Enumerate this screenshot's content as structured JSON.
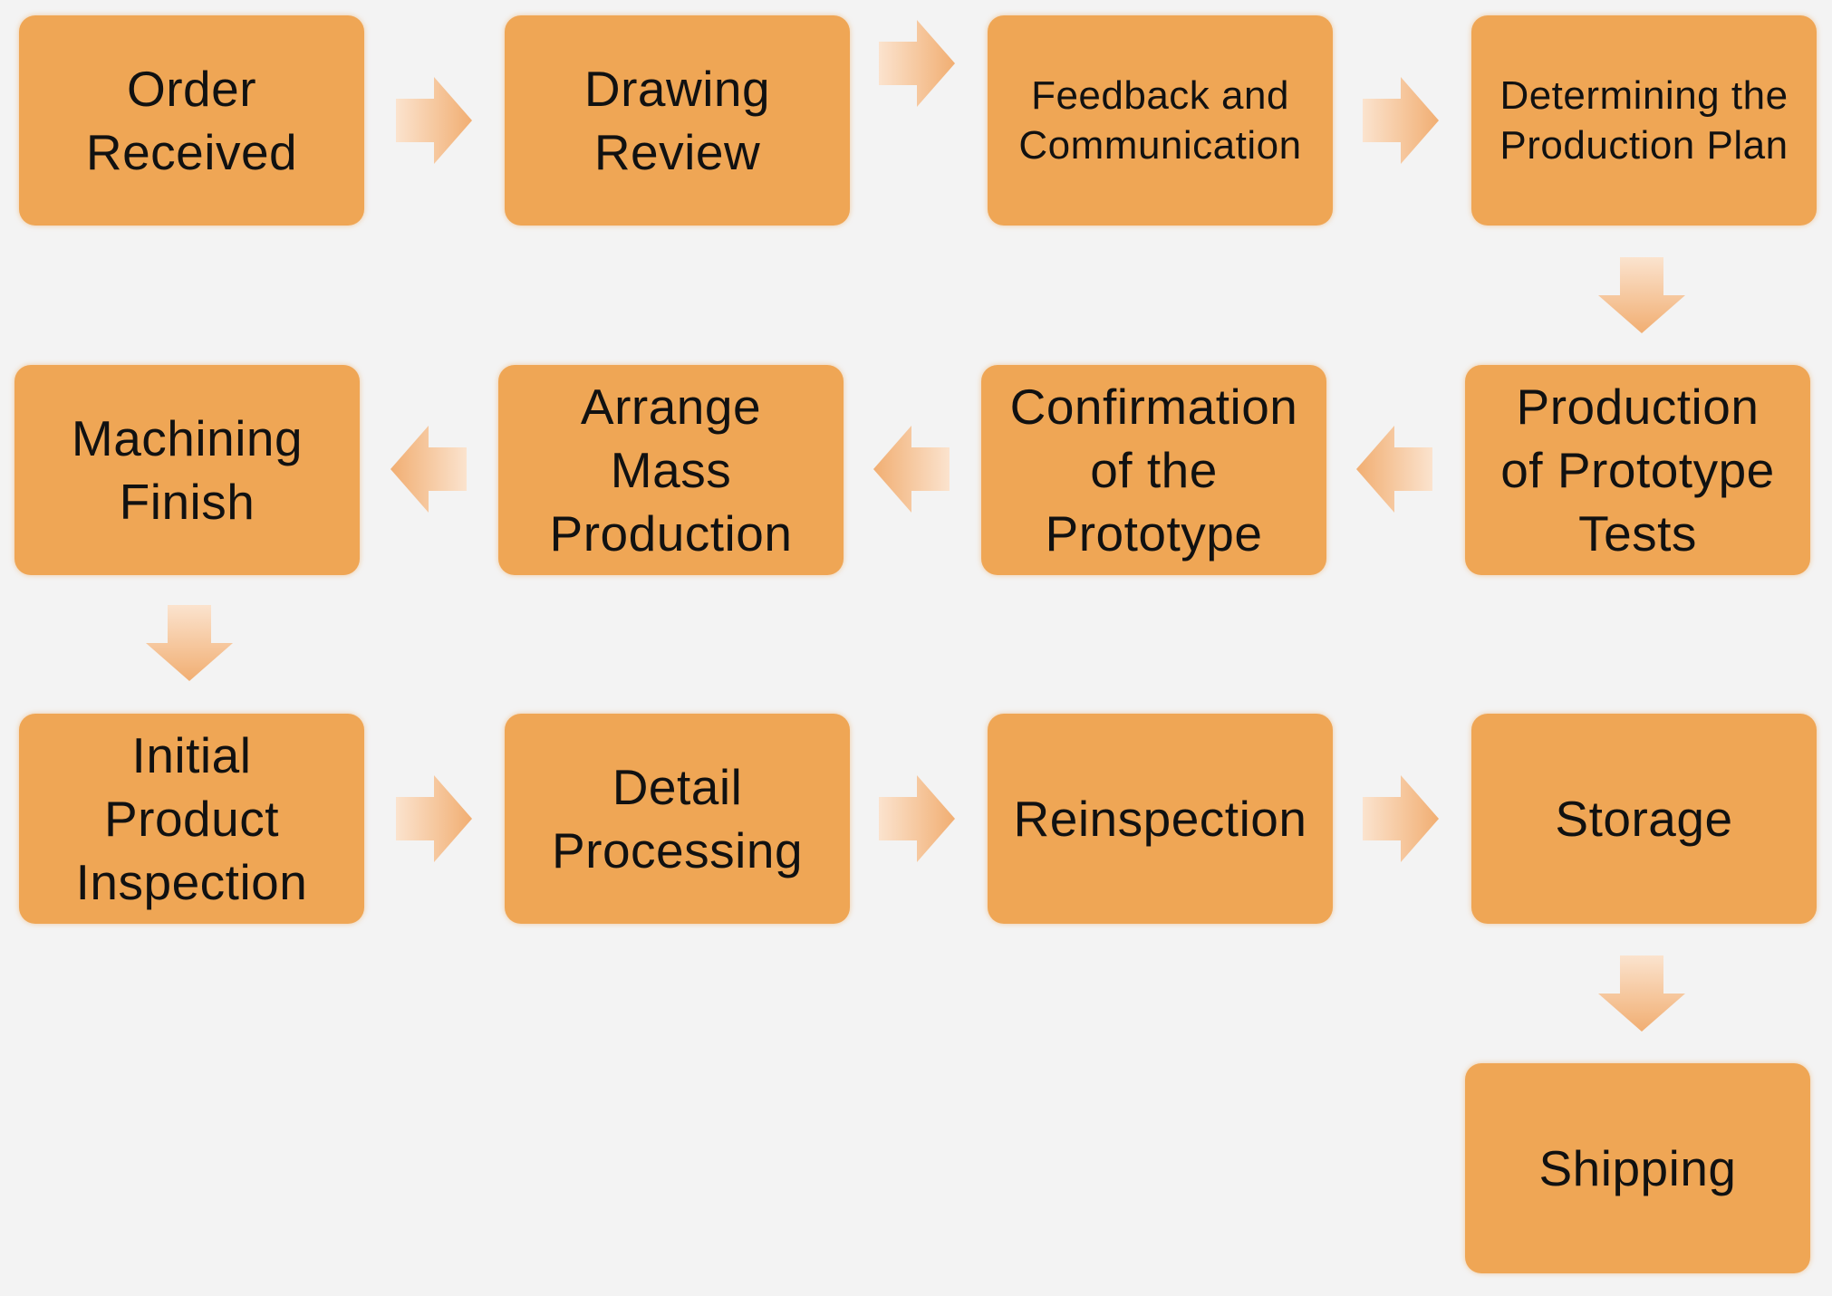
{
  "steps": [
    {
      "id": "order_received",
      "label": "Order\nReceived"
    },
    {
      "id": "drawing_review",
      "label": "Drawing\nReview"
    },
    {
      "id": "feedback_communication",
      "label": "Feedback and\nCommunication"
    },
    {
      "id": "production_plan",
      "label": "Determining the\nProduction Plan"
    },
    {
      "id": "prototype_tests",
      "label": "Production\nof Prototype\nTests"
    },
    {
      "id": "confirm_prototype",
      "label": "Confirmation\nof the\nPrototype"
    },
    {
      "id": "mass_production",
      "label": "Arrange\nMass\nProduction"
    },
    {
      "id": "machining_finish",
      "label": "Machining\nFinish"
    },
    {
      "id": "initial_inspection",
      "label": "Initial\nProduct\nInspection"
    },
    {
      "id": "detail_processing",
      "label": "Detail\nProcessing"
    },
    {
      "id": "reinspection",
      "label": "Reinspection"
    },
    {
      "id": "storage",
      "label": "Storage"
    },
    {
      "id": "shipping",
      "label": "Shipping"
    }
  ],
  "colors": {
    "box": "#efa655",
    "background": "#f3f3f3",
    "arrow_light": "#fbe3ce",
    "arrow_dark": "#f1ae72",
    "text": "#111111"
  }
}
